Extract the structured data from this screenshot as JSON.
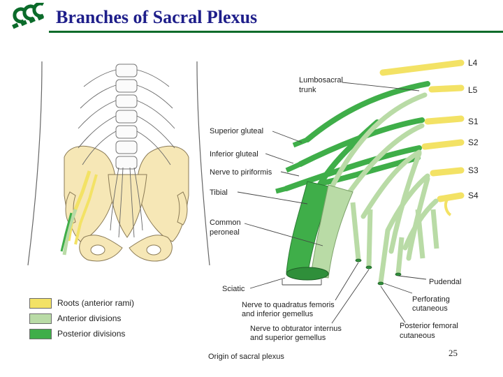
{
  "slide": {
    "title": "Branches of Sacral Plexus",
    "page_number": "25",
    "caption": "Origin of sacral plexus"
  },
  "colors": {
    "root": "#f3e265",
    "anterior": "#b9dba6",
    "posterior": "#3fae49",
    "title": "#1e1e8a",
    "rule": "#0b6b2a",
    "bone": "#f6e7b6"
  },
  "legend": [
    {
      "label": "Roots (anterior rami)",
      "color": "#f3e265"
    },
    {
      "label": "Anterior divisions",
      "color": "#b9dba6"
    },
    {
      "label": "Posterior divisions",
      "color": "#3fae49"
    }
  ],
  "roots": [
    "L4",
    "L5",
    "S1",
    "S2",
    "S3",
    "S4"
  ],
  "labels": {
    "lumbosacral_1": "Lumbosacral",
    "lumbosacral_2": "trunk",
    "superior_gluteal": "Superior gluteal",
    "inferior_gluteal": "Inferior gluteal",
    "nerve_piriformis": "Nerve to piriformis",
    "tibial": "Tibial",
    "common_peroneal_1": "Common",
    "common_peroneal_2": "peroneal",
    "sciatic": "Sciatic",
    "quadratus_1": "Nerve to quadratus femoris",
    "quadratus_2": "and inferior gemellus",
    "obturator_1": "Nerve to obturator internus",
    "obturator_2": "and superior gemellus",
    "pudendal": "Pudendal",
    "perforating_1": "Perforating",
    "perforating_2": "cutaneous",
    "posterior_femoral_1": "Posterior femoral",
    "posterior_femoral_2": "cutaneous"
  }
}
